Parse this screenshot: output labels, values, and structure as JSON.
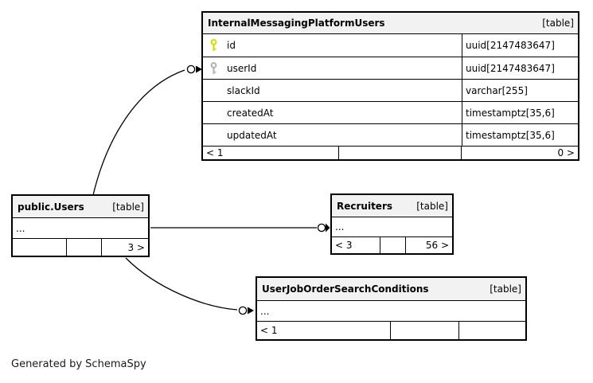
{
  "diagram": {
    "note": "Generated by SchemaSpy"
  },
  "colors": {
    "header_bg": "#f2f2f2",
    "border": "#000000",
    "key_primary": "#d9d900",
    "key_foreign": "#b3b3b3"
  },
  "icons": {
    "primary_key": "key-icon (yellow)",
    "foreign_key": "key-icon (gray)",
    "edge_end": "open-circle-with-arrow"
  },
  "tables": {
    "impu": {
      "title": "InternalMessagingPlatformUsers",
      "badge": "[table]",
      "columns": [
        {
          "name": "id",
          "type": "uuid[2147483647]",
          "key": "primary"
        },
        {
          "name": "userId",
          "type": "uuid[2147483647]",
          "key": "foreign"
        },
        {
          "name": "slackId",
          "type": "varchar[255]",
          "key": ""
        },
        {
          "name": "createdAt",
          "type": "timestamptz[35,6]",
          "key": ""
        },
        {
          "name": "updatedAt",
          "type": "timestamptz[35,6]",
          "key": ""
        }
      ],
      "footer": {
        "left": "< 1",
        "center": "",
        "right": "0 >"
      }
    },
    "users": {
      "title": "public.Users",
      "badge": "[table]",
      "ellipsis": "...",
      "footer": {
        "left": "",
        "center": "",
        "right": "3 >"
      }
    },
    "recruiters": {
      "title": "Recruiters",
      "badge": "[table]",
      "ellipsis": "...",
      "footer": {
        "left": "< 3",
        "center": "",
        "right": "56 >"
      }
    },
    "ujosc": {
      "title": "UserJobOrderSearchConditions",
      "badge": "[table]",
      "ellipsis": "...",
      "footer": {
        "left": "< 1",
        "center": "",
        "right": ""
      }
    }
  }
}
